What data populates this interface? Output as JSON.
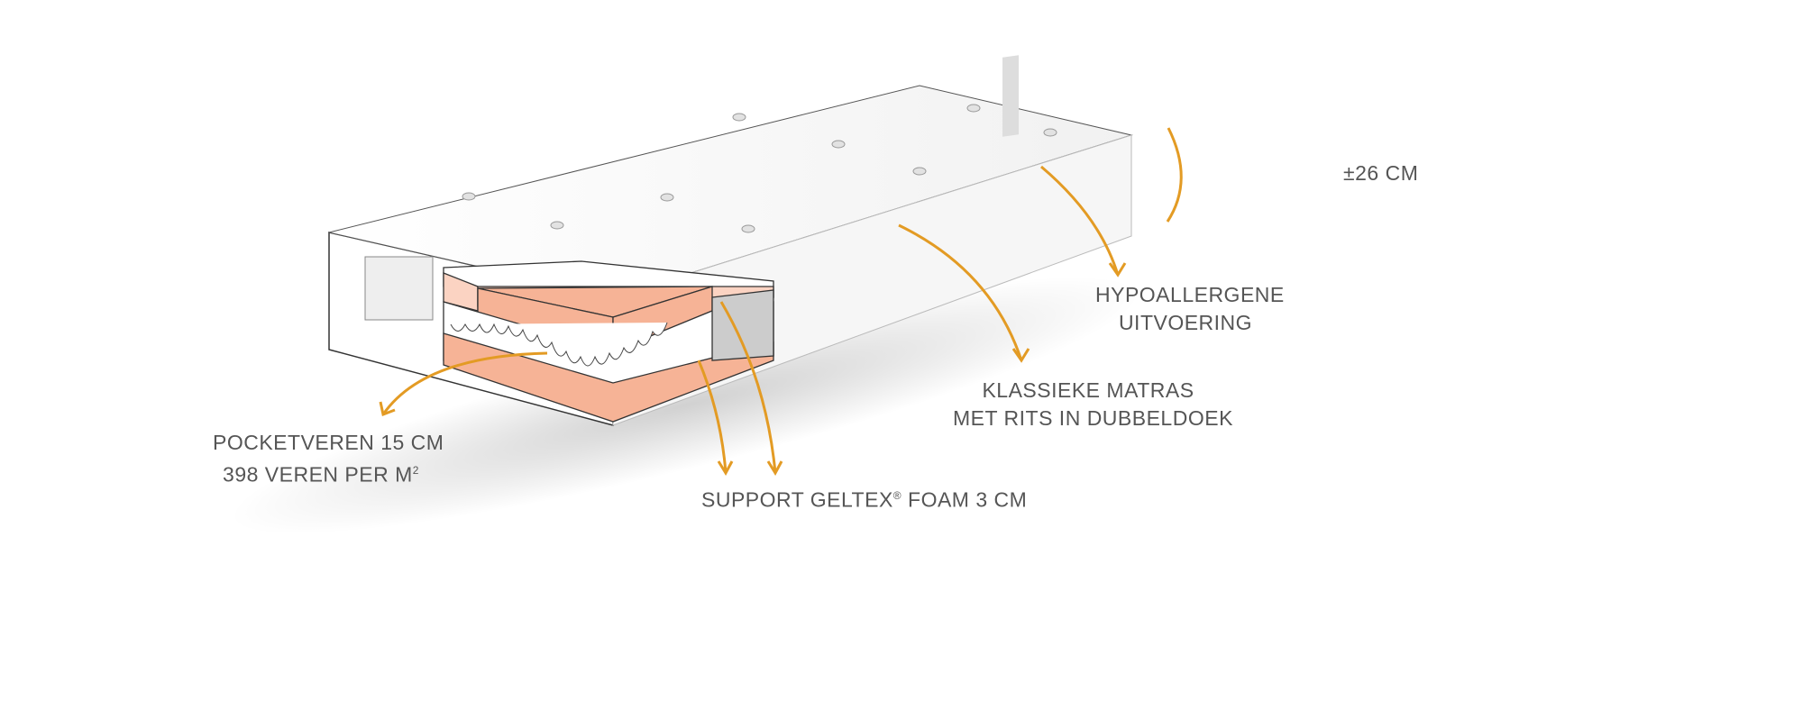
{
  "labels": {
    "height": "±26 CM",
    "hypoallergenic_line1": "HYPOALLERGENE",
    "hypoallergenic_line2": "UITVOERING",
    "classic_line1": "KLASSIEKE MATRAS",
    "classic_line2": "MET RITS IN DUBBELDOEK",
    "pocket_line1": "POCKETVEREN 15 CM",
    "pocket_line2": "398 VEREN PER M",
    "pocket_sup": "2",
    "support": "SUPPORT GELTEX",
    "support_reg": "®",
    "support_rest": " FOAM 3 CM"
  },
  "colors": {
    "arrow": "#E39B24",
    "foam": "#F6B396",
    "foam_light": "#FBD3C2",
    "text": "#555555"
  }
}
